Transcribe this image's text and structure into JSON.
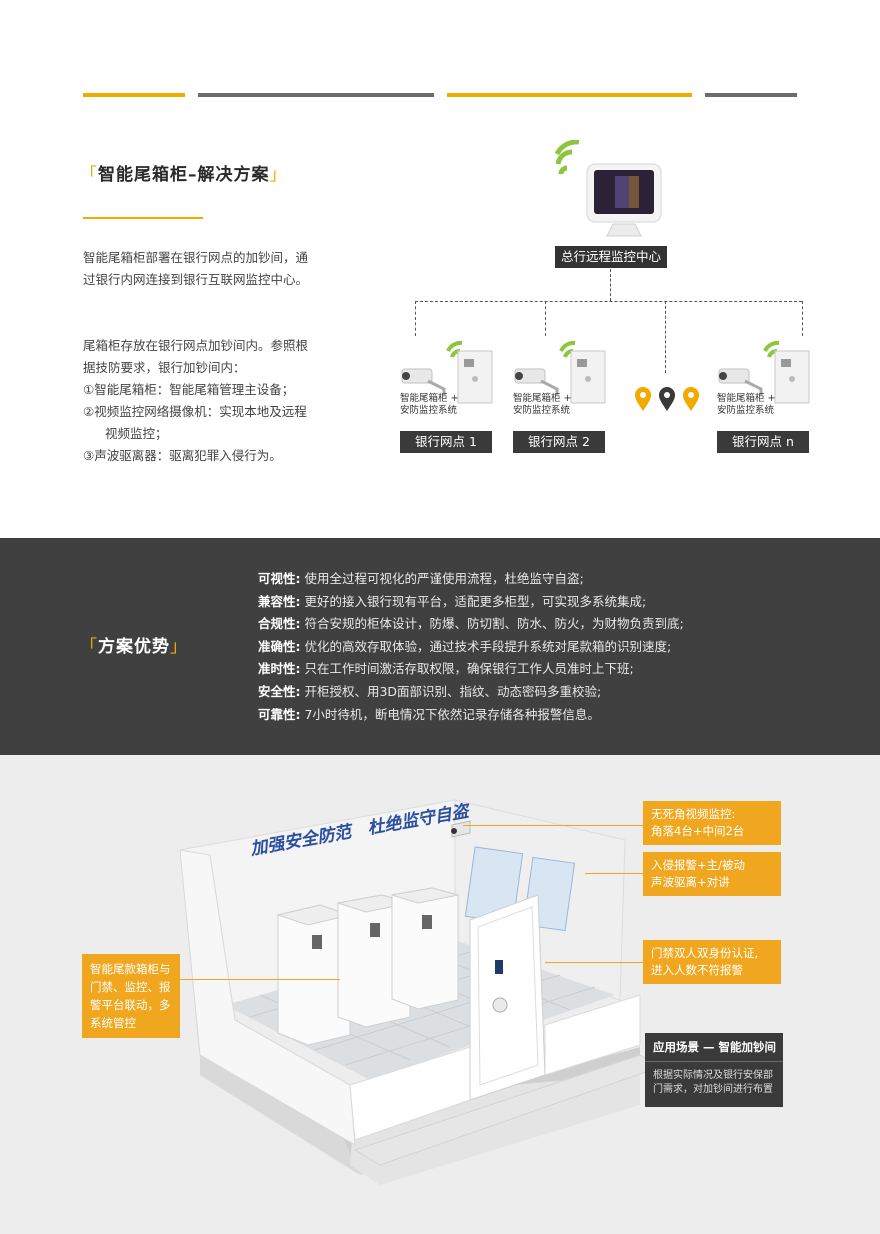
{
  "colors": {
    "accent": "#f2a900",
    "gray_bar": "#6b6b6b",
    "dark_band": "#404040",
    "light_bg": "#ededed",
    "callout": "#f0a71f"
  },
  "solution": {
    "title_open": "「",
    "title": "智能尾箱柜–解决方案",
    "title_close": "」",
    "para1": [
      "智能尾箱柜部署在银行网点的加钞间，通",
      "过银行内网连接到银行互联网监控中心。"
    ],
    "para2_lines": [
      "尾箱柜存放在银行网点加钞间内。参照根",
      "据技防要求，银行加钞间内："
    ],
    "list": [
      "①智能尾箱柜：智能尾箱管理主设备；",
      "②视频监控网络摄像机：实现本地及远程",
      "视频监控；",
      "③声波驱离器：驱离犯罪入侵行为。"
    ]
  },
  "diagram": {
    "center_label": "总行远程监控中心",
    "node_caption": [
      "智能尾箱柜 +",
      "安防监控系统"
    ],
    "nodes": [
      "银行网点 1",
      "银行网点 2",
      "银行网点 n"
    ]
  },
  "advantages": {
    "title_open": "「",
    "title": "方案优势",
    "title_close": "」",
    "items": [
      {
        "k": "可视性:",
        "v": " 使用全过程可视化的严谨使用流程，杜绝监守自盗;"
      },
      {
        "k": "兼容性:",
        "v": " 更好的接入银行现有平台，适配更多柜型，可实现多系统集成;"
      },
      {
        "k": "合规性:",
        "v": " 符合安规的柜体设计，防爆、防切割、防水、防火，为财物负责到底;"
      },
      {
        "k": "准确性:",
        "v": " 优化的高效存取体验，通过技术手段提升系统对尾款箱的识别速度;"
      },
      {
        "k": "准时性:",
        "v": " 只在工作时间激活存取权限，确保银行工作人员准时上下班;"
      },
      {
        "k": "安全性:",
        "v": " 开柜授权、用3D面部识别、指纹、动态密码多重校验;"
      },
      {
        "k": "可靠性:",
        "v": " 7小时待机，断电情况下依然记录存储各种报警信息。"
      }
    ]
  },
  "room": {
    "wall_slogan": "加强安全防范　杜绝监守自盗",
    "callouts": {
      "camera": [
        "无死角视频监控:",
        "角落4台+中间2台"
      ],
      "alarm": [
        "入侵报警+主/被动",
        "声波驱离+对讲"
      ],
      "door": [
        "门禁双人双身份认证,",
        "进入人数不符报警"
      ],
      "cabinet": [
        "智能尾款箱柜与",
        "门禁、监控、报",
        "警平台联动，多",
        "系统管控"
      ]
    },
    "scene_title": "应用场景 — 智能加钞间",
    "scene_desc": [
      "根据实际情况及银行安保部",
      "门需求，对加钞间进行布置"
    ]
  }
}
